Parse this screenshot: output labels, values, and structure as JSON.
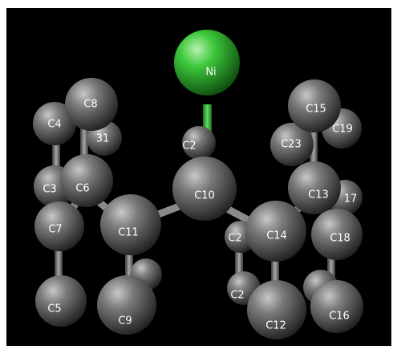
{
  "scene": {
    "background": "#000000",
    "atom_color_carbon": "#6e6e6e",
    "atom_color_nickel": "#3cc83c",
    "bond_color": "#808080",
    "label_color": "#ffffff"
  },
  "atoms": [
    {
      "id": "Ni",
      "label": "Ni",
      "element": "Ni"
    },
    {
      "id": "C8",
      "label": "C8",
      "element": "C"
    },
    {
      "id": "C4",
      "label": "C4",
      "element": "C"
    },
    {
      "id": "C31",
      "label": "31",
      "element": "C"
    },
    {
      "id": "C6",
      "label": "C6",
      "element": "C"
    },
    {
      "id": "C3",
      "label": "C3",
      "element": "C"
    },
    {
      "id": "C7",
      "label": "C7",
      "element": "C"
    },
    {
      "id": "C5",
      "label": "C5",
      "element": "C"
    },
    {
      "id": "C11",
      "label": "C11",
      "element": "C"
    },
    {
      "id": "C9",
      "label": "C9",
      "element": "C"
    },
    {
      "id": "C2a",
      "label": "C2",
      "element": "C"
    },
    {
      "id": "C10",
      "label": "C10",
      "element": "C"
    },
    {
      "id": "C2b",
      "label": "C2",
      "element": "C"
    },
    {
      "id": "C2c",
      "label": "C2",
      "element": "C"
    },
    {
      "id": "C14",
      "label": "C14",
      "element": "C"
    },
    {
      "id": "C12",
      "label": "C12",
      "element": "C"
    },
    {
      "id": "C23",
      "label": "C23",
      "element": "C"
    },
    {
      "id": "C15",
      "label": "C15",
      "element": "C"
    },
    {
      "id": "C19",
      "label": "C19",
      "element": "C"
    },
    {
      "id": "C13",
      "label": "C13",
      "element": "C"
    },
    {
      "id": "C17",
      "label": "17",
      "element": "C"
    },
    {
      "id": "C18",
      "label": "C18",
      "element": "C"
    },
    {
      "id": "C16",
      "label": "C16",
      "element": "C"
    }
  ]
}
